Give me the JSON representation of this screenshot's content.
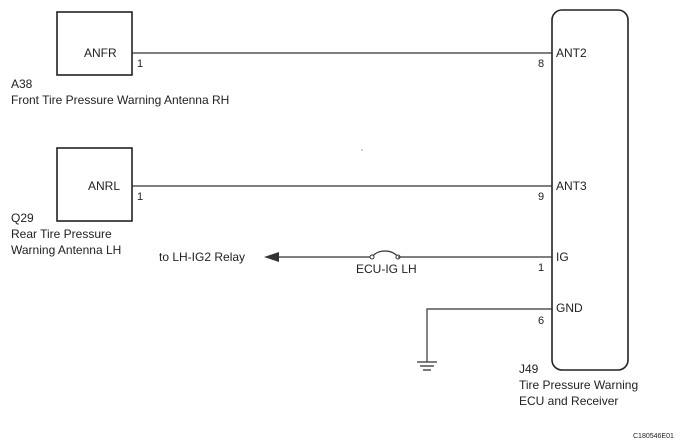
{
  "components": {
    "front_antenna": {
      "code": "A38",
      "name": "Front Tire Pressure Warning Antenna RH",
      "terminal_name": "ANFR",
      "pin": "1"
    },
    "rear_antenna": {
      "code": "Q29",
      "name_line1": "Rear Tire Pressure",
      "name_line2": "Warning Antenna LH",
      "terminal_name": "ANRL",
      "pin": "1"
    },
    "ecu": {
      "code": "J49",
      "name_line1": "Tire Pressure Warning",
      "name_line2": "ECU and Receiver",
      "terminals": [
        {
          "name": "ANT2",
          "pin": "8"
        },
        {
          "name": "ANT3",
          "pin": "9"
        },
        {
          "name": "IG",
          "pin": "1"
        },
        {
          "name": "GND",
          "pin": "6"
        }
      ]
    }
  },
  "fuse": {
    "label": "ECU-IG LH"
  },
  "relay_link": {
    "label": "to LH-IG2 Relay"
  },
  "figure_id": "C180546E01"
}
